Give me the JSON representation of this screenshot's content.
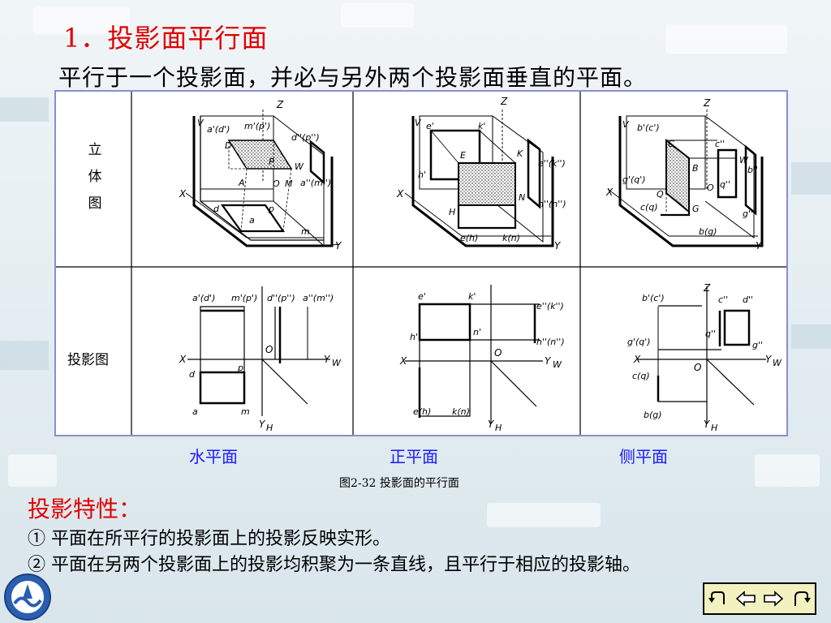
{
  "title": "1．投影面平行面",
  "subtitle": "平行于一个投影面，并必与另外两个投影面垂直的平面。",
  "row_labels": {
    "stereo": [
      "立",
      "体",
      "图"
    ],
    "projection": "投影图"
  },
  "captions": {
    "horizontal": "水平面",
    "frontal": "正平面",
    "profile": "侧平面"
  },
  "figure_caption": "图2-32 投影面的平行面",
  "properties_heading": "投影特性：",
  "properties": [
    "① 平面在所平行的投影面上的投影反映实形。",
    "② 平面在另两个投影面上的投影均积聚为一条直线，且平行于相应的投影轴。"
  ],
  "labels": {
    "axes": {
      "x": "X",
      "y": "Y",
      "z": "Z",
      "yw": "YW",
      "yh": "YH",
      "o": "O"
    },
    "h_plane_3d": [
      "V",
      "a'(d')",
      "m'(p')",
      "d''(p'')",
      "D",
      "P",
      "W",
      "A",
      "O",
      "M",
      "a''(m'')",
      "d",
      "p",
      "a",
      "m"
    ],
    "v_plane_3d": [
      "V",
      "e'",
      "k'",
      "E",
      "K",
      "h'",
      "e''(k'')",
      "N",
      "h''(n'')",
      "H",
      "e(h)",
      "k(n)"
    ],
    "w_plane_3d": [
      "V",
      "b'(c')",
      "C",
      "c''",
      "B",
      "g'(q')",
      "O",
      "q''",
      "Q",
      "c(q)",
      "G",
      "g''",
      "b''",
      "b(g)",
      "W"
    ],
    "h_plane_proj": [
      "a'(d')",
      "m'(p')",
      "d''(p'')",
      "a''(m'')",
      "d",
      "p",
      "a",
      "m"
    ],
    "v_plane_proj": [
      "e'",
      "k'",
      "e''(k'')",
      "h'",
      "n'",
      "h''(n'')",
      "e(h)",
      "k(n)"
    ],
    "w_plane_proj": [
      "b'(c')",
      "c''",
      "d''",
      "g'(q')",
      "q''",
      "g''",
      "c(q)",
      "b(g)"
    ]
  },
  "colors": {
    "title": "#e10000",
    "caption": "#1a1aff",
    "nav_bg": "#f2f2c0",
    "frame": "#8a8ed0"
  },
  "nav": [
    "return-icon",
    "prev-icon",
    "next-icon",
    "forward-icon"
  ]
}
